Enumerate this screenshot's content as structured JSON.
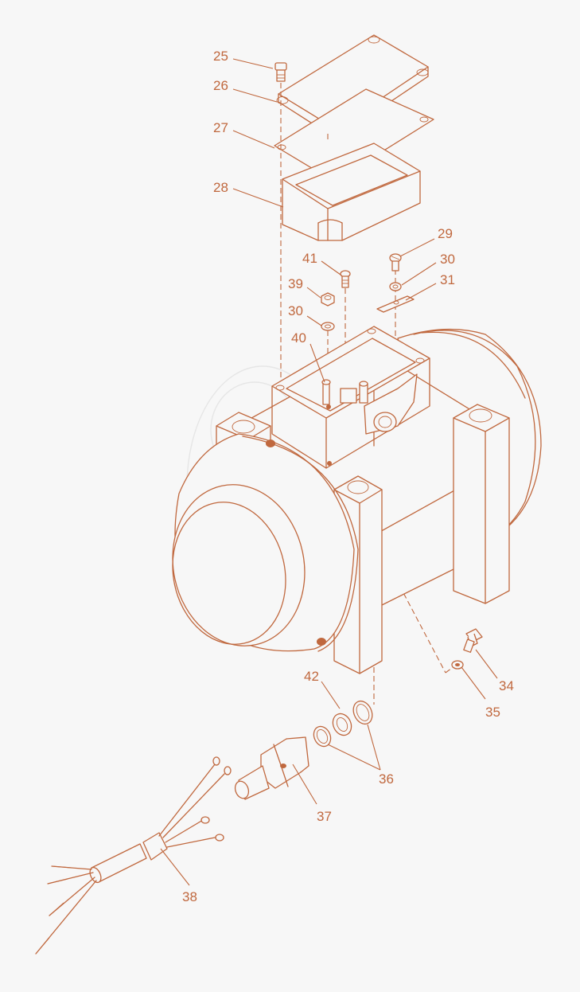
{
  "diagram": {
    "type": "exploded-parts-diagram",
    "line_color": "#c0683e",
    "background": "#f7f7f7",
    "callouts": [
      {
        "id": "c25",
        "text": "25"
      },
      {
        "id": "c26",
        "text": "26"
      },
      {
        "id": "c27",
        "text": "27"
      },
      {
        "id": "c28",
        "text": "28"
      },
      {
        "id": "c29",
        "text": "29"
      },
      {
        "id": "c30a",
        "text": "30"
      },
      {
        "id": "c31",
        "text": "31"
      },
      {
        "id": "c41",
        "text": "41"
      },
      {
        "id": "c39",
        "text": "39"
      },
      {
        "id": "c30b",
        "text": "30"
      },
      {
        "id": "c40",
        "text": "40"
      },
      {
        "id": "c34",
        "text": "34"
      },
      {
        "id": "c35",
        "text": "35"
      },
      {
        "id": "c42",
        "text": "42"
      },
      {
        "id": "c36",
        "text": "36"
      },
      {
        "id": "c37",
        "text": "37"
      },
      {
        "id": "c38",
        "text": "38"
      }
    ]
  }
}
